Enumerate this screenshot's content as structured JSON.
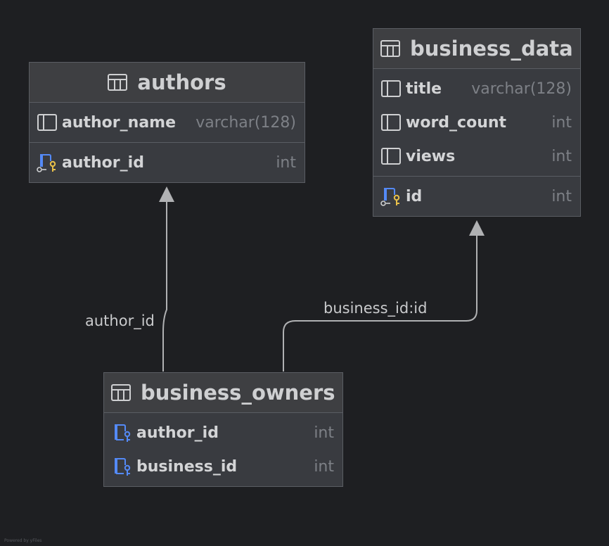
{
  "tables": {
    "authors": {
      "title": "authors",
      "columns": [
        {
          "name": "author_name",
          "type": "varchar(128)",
          "icon": "column-icon"
        },
        {
          "name": "author_id",
          "type": "int",
          "icon": "primary-key-icon"
        }
      ]
    },
    "business_data": {
      "title": "business_data",
      "columns": [
        {
          "name": "title",
          "type": "varchar(128)",
          "icon": "column-icon"
        },
        {
          "name": "word_count",
          "type": "int",
          "icon": "column-icon"
        },
        {
          "name": "views",
          "type": "int",
          "icon": "column-icon"
        },
        {
          "name": "id",
          "type": "int",
          "icon": "primary-key-icon"
        }
      ]
    },
    "business_owners": {
      "title": "business_owners",
      "columns": [
        {
          "name": "author_id",
          "type": "int",
          "icon": "foreign-key-icon"
        },
        {
          "name": "business_id",
          "type": "int",
          "icon": "foreign-key-icon"
        }
      ]
    }
  },
  "relations": [
    {
      "from": "business_owners",
      "to": "authors",
      "label": "author_id"
    },
    {
      "from": "business_owners",
      "to": "business_data",
      "label": "business_id:id"
    }
  ],
  "footer": {
    "credit": "Powered by yFiles"
  },
  "colors": {
    "background": "#1e1f22",
    "table_body": "#393b40",
    "table_border": "#5a5d63",
    "key_blue": "#548af7",
    "key_gold": "#e8c04a",
    "connector": "#b0b1b3"
  }
}
